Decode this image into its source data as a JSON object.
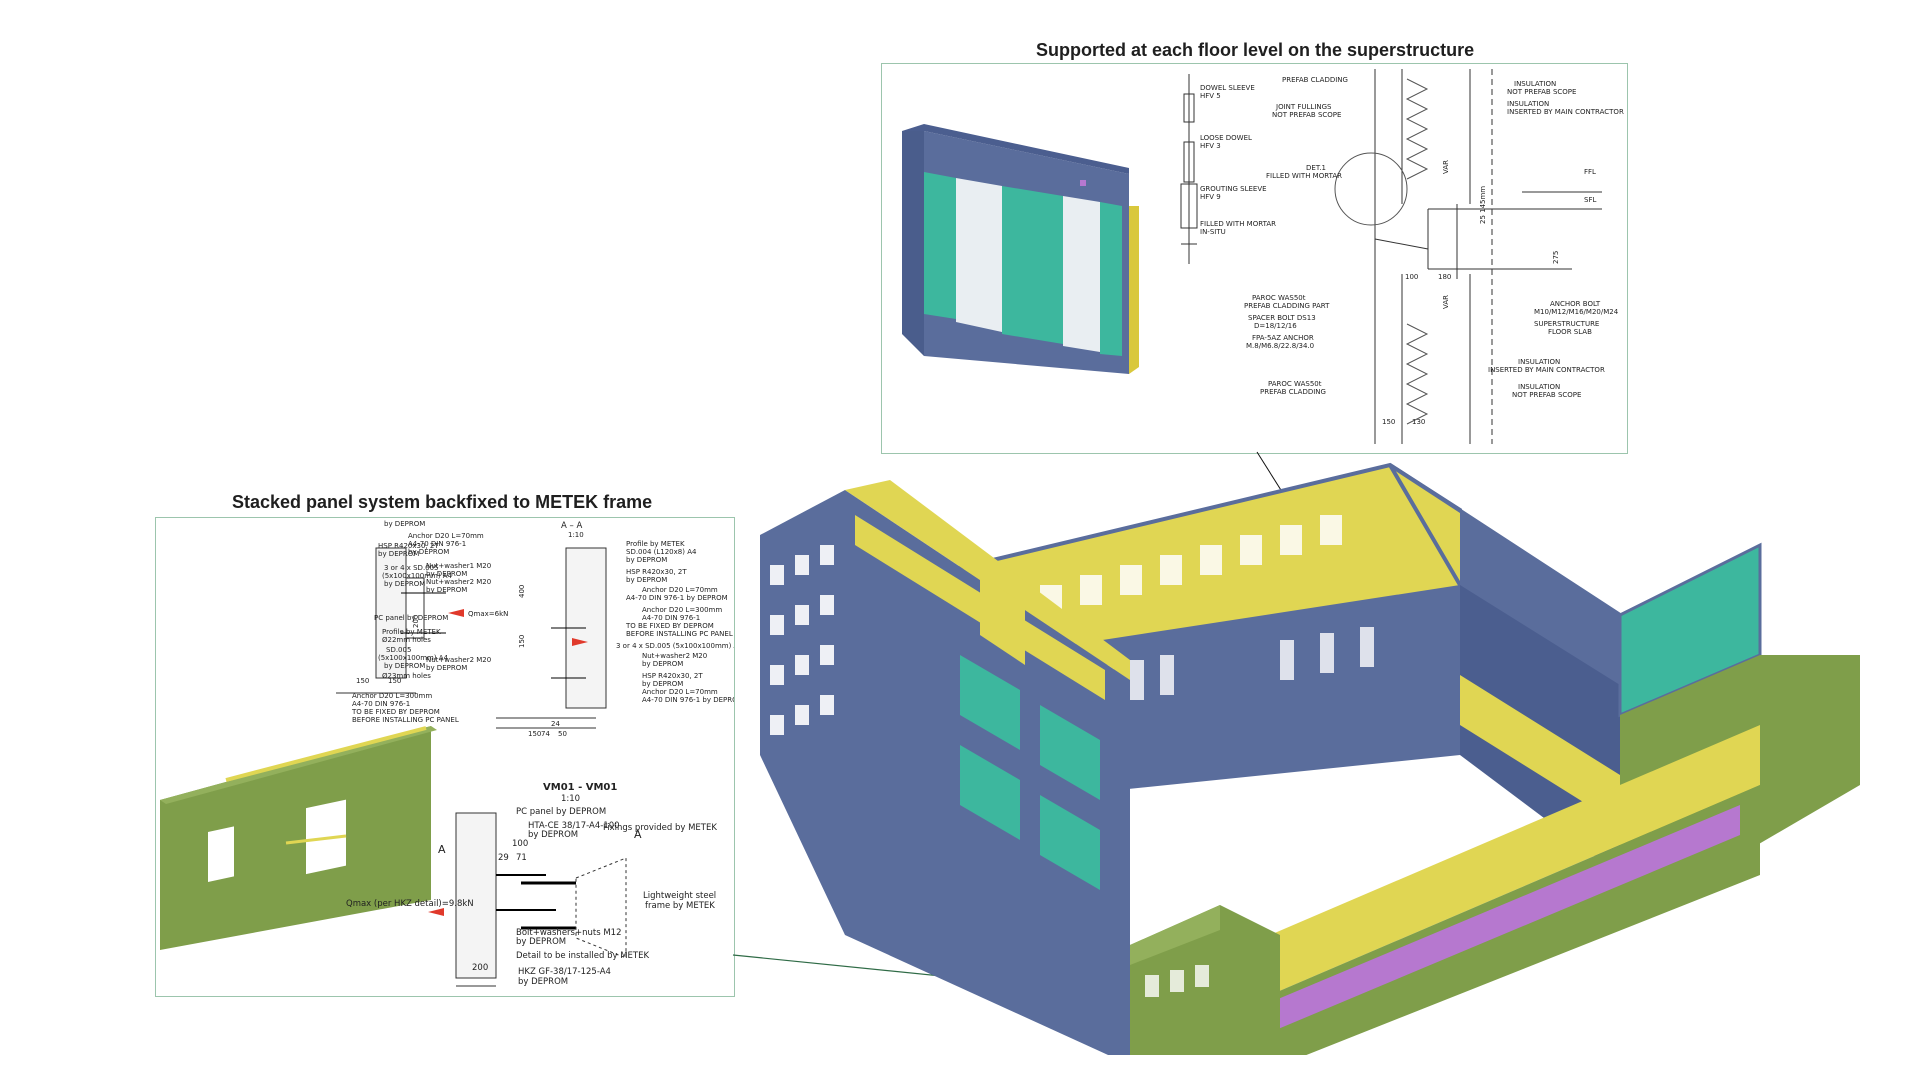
{
  "captions": {
    "top": "Supported at each floor level on the superstructure",
    "left": "Stacked panel system backfixed to METEK frame"
  },
  "colors": {
    "frame_border": "#9cc5ad",
    "connector_line": "#2f6b46",
    "panel_blue": "#5a6d9c",
    "panel_teal": "#3db79e",
    "panel_yellow": "#e0d653",
    "panel_green": "#7f9e4a",
    "panel_magenta": "#b678cf",
    "accent_red": "#e0392b"
  },
  "top_detail": {
    "labels": [
      "DOWEL SLEEVE",
      "HFV 5",
      "LOOSE DOWEL",
      "HFV 3",
      "GROUTING SLEEVE",
      "HFV 9",
      "FILLED WITH MORTAR",
      "IN-SITU",
      "PREFAB CLADDING",
      "JOINT FULLINGS",
      "NOT PREFAB SCOPE",
      "DET.1",
      "FILLED WITH MORTAR",
      "INSULATION",
      "NOT PREFAB SCOPE",
      "INSULATION",
      "INSERTED BY MAIN CONTRACTOR",
      "FFL",
      "SFL",
      "VAR",
      "VAR",
      "25 145mm",
      "275",
      "180",
      "100",
      "PAROC WAS50t",
      "PREFAB CLADDING PART",
      "SPACER BOLT DS13",
      "D=18/12/16",
      "FPA-5AZ ANCHOR",
      "M.8/M6.8/22.8/34.0",
      "ANCHOR BOLT",
      "M10/M12/M16/M20/M24",
      "SUPERSTRUCTURE",
      "FLOOR SLAB",
      "INSULATION",
      "INSERTED BY MAIN CONTRACTOR",
      "INSULATION",
      "NOT PREFAB SCOPE",
      "PAROC WAS50t",
      "PREFAB CLADDING",
      "150",
      "130"
    ]
  },
  "left_detail": {
    "upper_labels": [
      "by DEPROM",
      "HSP R420x30, 2T",
      "by DEPROM",
      "Anchor D20 L=70mm",
      "A4-70 DIN 976-1",
      "by DEPROM",
      "3 or 4 x SD.005",
      "(5x100x100mm) A4",
      "by DEPROM",
      "Nut+washer1 M20",
      "by DEPROM",
      "Nut+washer2 M20",
      "by DEPROM",
      "PC panel by DEPROM",
      "Profile by METEK",
      "Ø22mm holes",
      "SD.005",
      "(5x100x100mm) A4",
      "by DEPROM",
      "Nut+washer2 M20",
      "by DEPROM",
      "Ø23mm holes",
      "Anchor D20 L=300mm",
      "A4-70 DIN 976-1",
      "TO BE FIXED BY DEPROM",
      "BEFORE INSTALLING PC PANEL",
      "Qmax=6kN",
      "A – A",
      "1:10",
      "Profile by METEK",
      "SD.004 (L120x8) A4",
      "by DEPROM",
      "HSP R420x30, 2T",
      "by DEPROM",
      "Anchor D20 L=70mm",
      "A4-70 DIN 976-1 by DEPROM",
      "Anchor D20 L=300mm",
      "A4-70 DIN 976-1",
      "TO BE FIXED BY DEPROM",
      "BEFORE INSTALLING PC PANEL",
      "3 or 4 x SD.005 (5x100x100mm) A4",
      "Nut+washer2 M20",
      "by DEPROM",
      "HSP R420x30, 2T",
      "by DEPROM",
      "Anchor D20 L=70mm",
      "A4-70 DIN 976-1 by DEPROM",
      "150",
      "150",
      "74",
      "50",
      "24",
      "150",
      "400",
      "150",
      "200"
    ],
    "section_title": "VM01 - VM01",
    "section_scale": "1:10",
    "lower_labels": [
      "PC panel by DEPROM",
      "HTA-CE 38/17-A4-100",
      "by DEPROM",
      "Fixings provided by METEK",
      "100",
      "29",
      "71",
      "A",
      "A",
      "Qmax (per HKZ detail)=9.8kN",
      "Lightweight steel",
      "frame by METEK",
      "Bolt+washers+nuts M12",
      "by DEPROM",
      "Detail to be installed by METEK",
      "HKZ GF-38/17-125-A4",
      "by DEPROM",
      "200"
    ]
  }
}
